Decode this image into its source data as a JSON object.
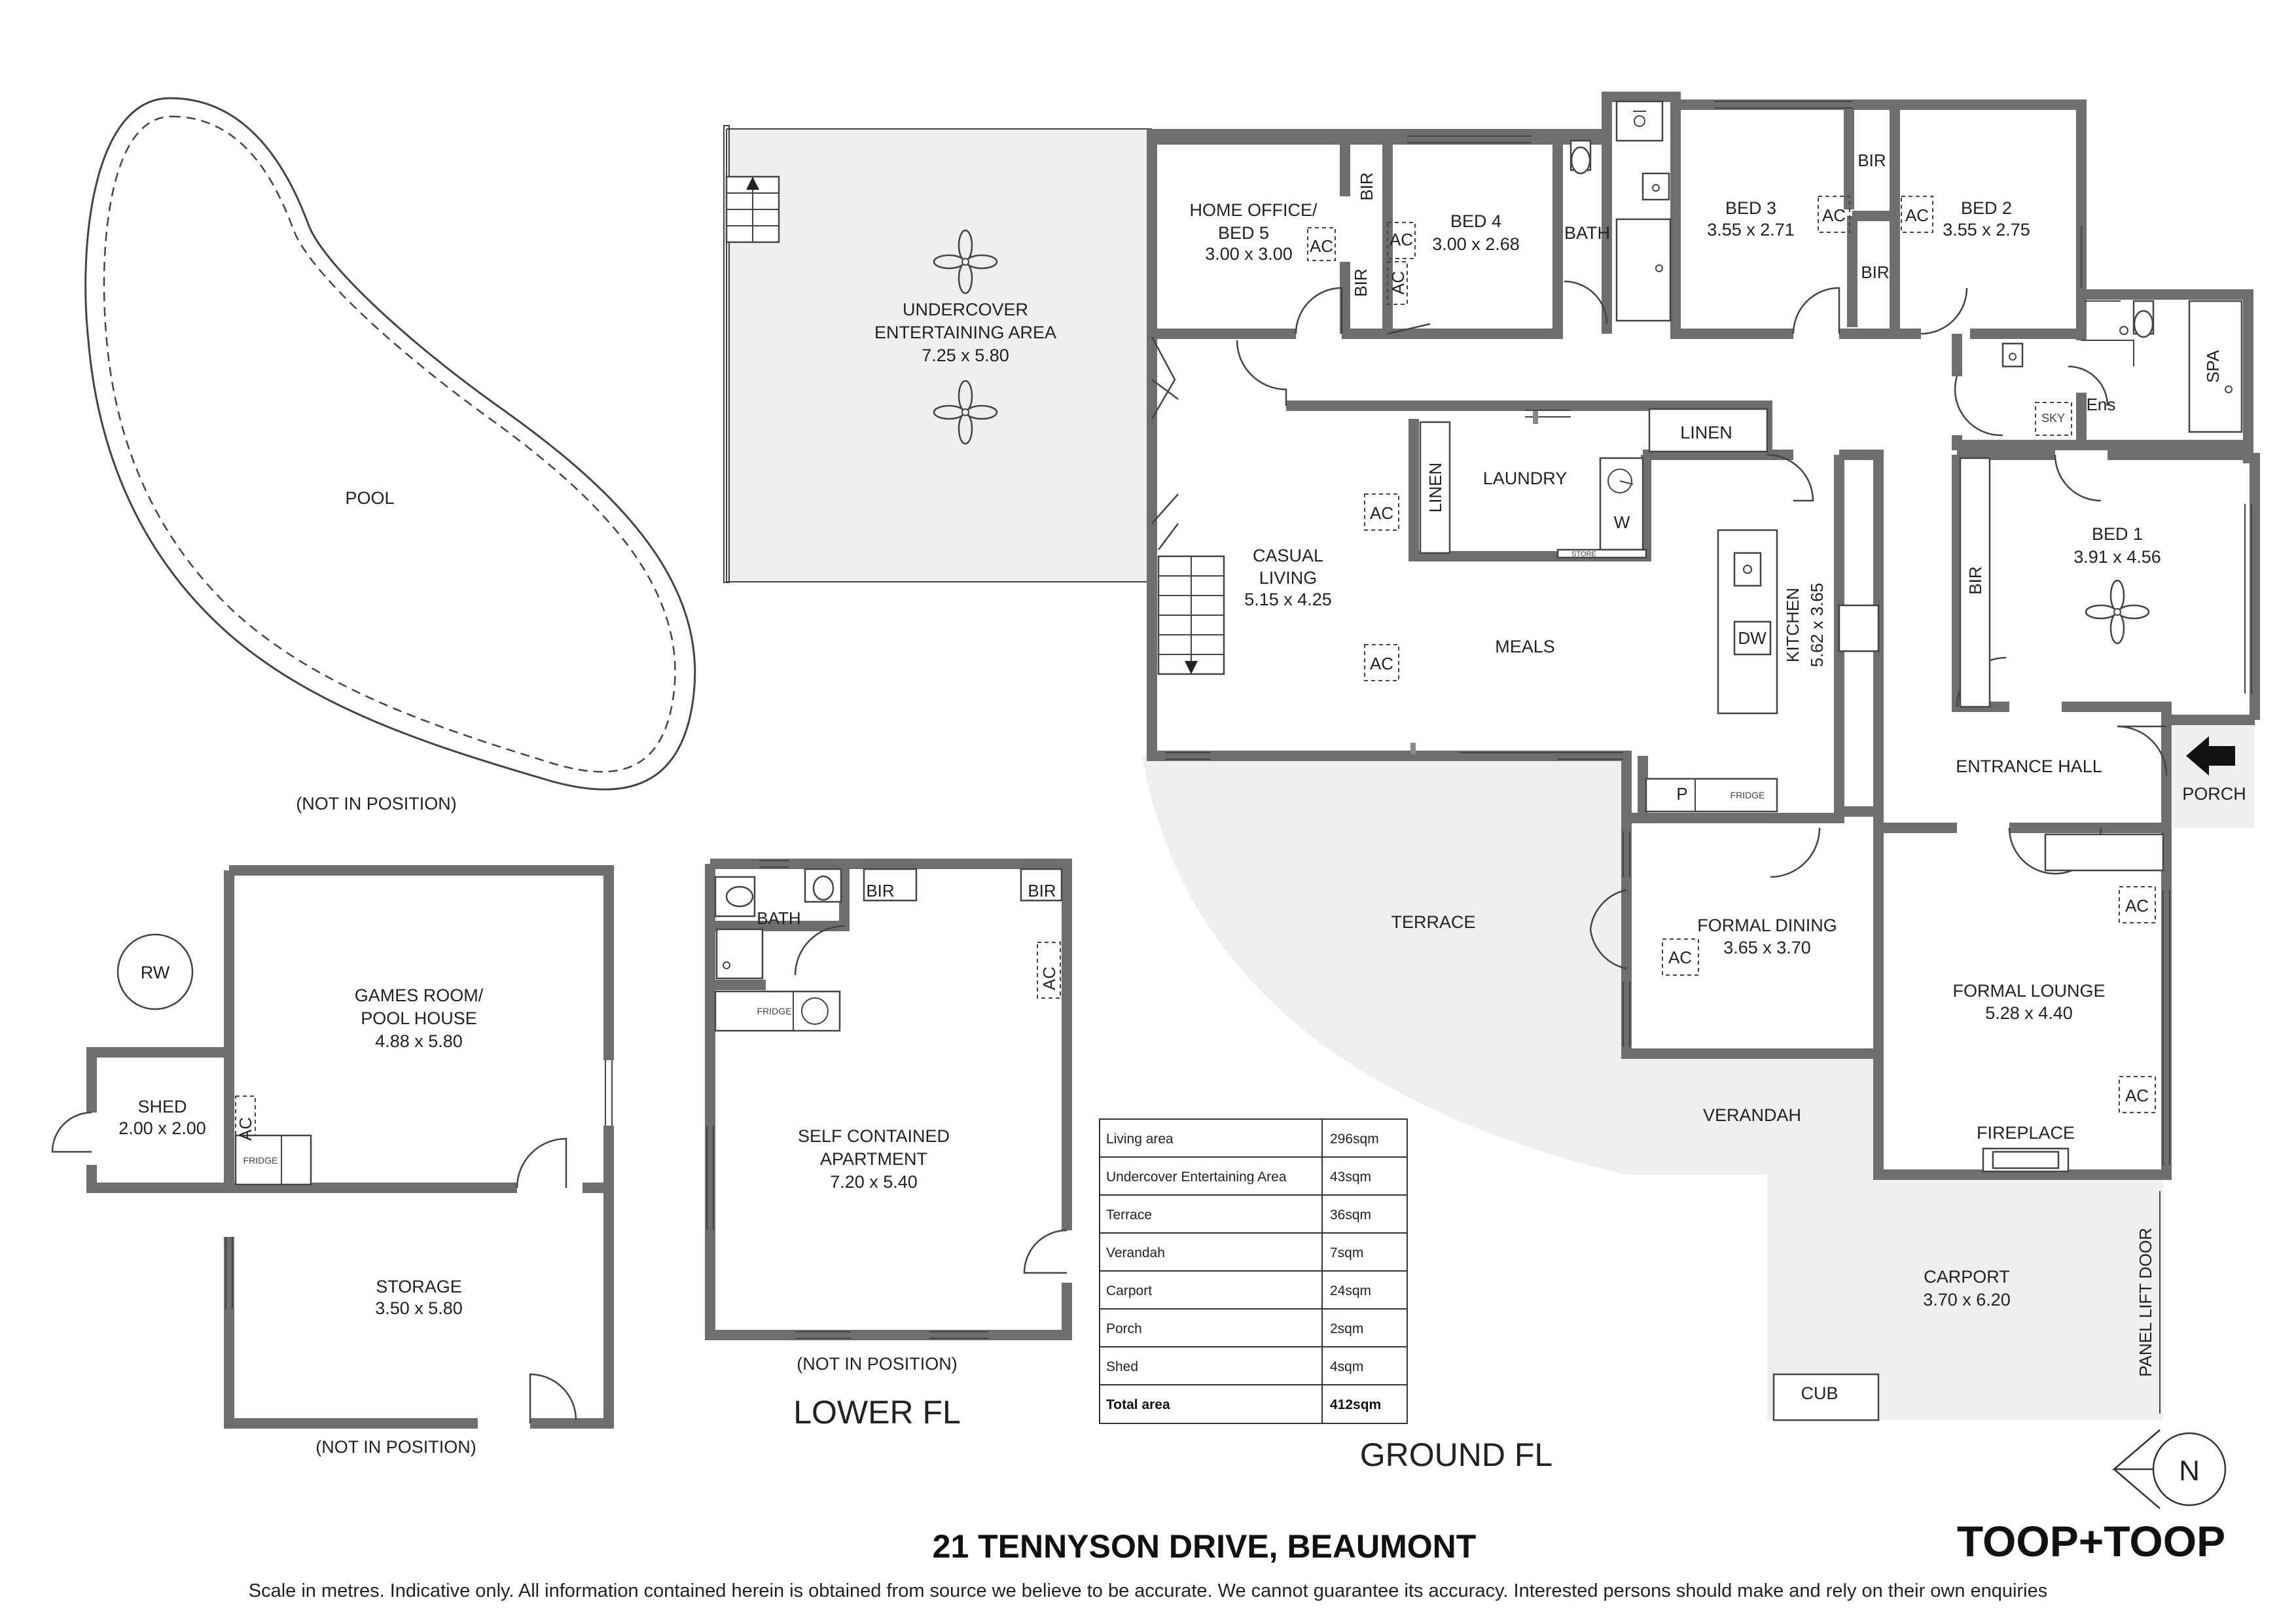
{
  "rooms": {
    "pool": "POOL",
    "pool_note": "(NOT IN POSITION)",
    "undercover_name1": "UNDERCOVER",
    "undercover_name2": "ENTERTAINING AREA",
    "undercover_size": "7.25 x 5.80",
    "home_office_name1": "HOME OFFICE/",
    "home_office_name2": "BED 5",
    "home_office_size": "3.00 x 3.00",
    "bed4_name": "BED 4",
    "bed4_size": "3.00 x 2.68",
    "bath_name": "BATH",
    "bed3_name": "BED 3",
    "bed3_size": "3.55 x 2.71",
    "bed2_name": "BED 2",
    "bed2_size": "3.55 x 2.75",
    "ens_name": "Ens",
    "spa": "SPA",
    "sky": "SKY",
    "linen": "LINEN",
    "laundry": "LAUNDRY",
    "w": "W",
    "store": "STORE",
    "casual_name1": "CASUAL",
    "casual_name2": "LIVING",
    "casual_size": "5.15 x 4.25",
    "meals": "MEALS",
    "dw": "DW",
    "kitchen_name": "KITCHEN",
    "kitchen_size": "5.62 x 3.65",
    "bed1_name": "BED 1",
    "bed1_size": "3.91 x 4.56",
    "entrance_hall": "ENTRANCE HALL",
    "porch": "PORCH",
    "p": "P",
    "fridge": "FRIDGE",
    "terrace": "TERRACE",
    "formal_dining_name": "FORMAL DINING",
    "formal_dining_size": "3.65 x 3.70",
    "formal_lounge_name": "FORMAL LOUNGE",
    "formal_lounge_size": "5.28 x 4.40",
    "verandah": "VERANDAH",
    "fireplace": "FIREPLACE",
    "carport_name": "CARPORT",
    "carport_size": "3.70 x 6.20",
    "cub": "CUB",
    "panel_lift_door": "PANEL LIFT DOOR",
    "bir": "BIR",
    "ac": "AC",
    "rw": "RW",
    "games_name1": "GAMES ROOM/",
    "games_name2": "POOL HOUSE",
    "games_size": "4.88 x 5.80",
    "shed_name": "SHED",
    "shed_size": "2.00 x 2.00",
    "storage_name": "STORAGE",
    "storage_size": "3.50 x 5.80",
    "outbuilding_note": "(NOT IN POSITION)",
    "apt_name1": "SELF CONTAINED",
    "apt_name2": "APARTMENT",
    "apt_size": "7.20 x 5.40",
    "apt_note": "(NOT IN POSITION)"
  },
  "floors": {
    "lower": "LOWER FL",
    "ground": "GROUND FL"
  },
  "areas": [
    {
      "label": "Living area",
      "value": "296sqm"
    },
    {
      "label": "Undercover Entertaining Area",
      "value": "43sqm"
    },
    {
      "label": "Terrace",
      "value": "36sqm"
    },
    {
      "label": "Verandah",
      "value": "7sqm"
    },
    {
      "label": "Carport",
      "value": "24sqm"
    },
    {
      "label": "Porch",
      "value": "2sqm"
    },
    {
      "label": "Shed",
      "value": "4sqm"
    },
    {
      "label": "Total area",
      "value": "412sqm"
    }
  ],
  "address": "21 TENNYSON DRIVE, BEAUMONT",
  "brand": "TOOP+TOOP",
  "north": "N",
  "disclaimer": "Scale in metres. Indicative only. All information contained herein is obtained from source we believe to be accurate. We cannot guarantee its accuracy. Interested persons should make and rely on their own enquiries"
}
